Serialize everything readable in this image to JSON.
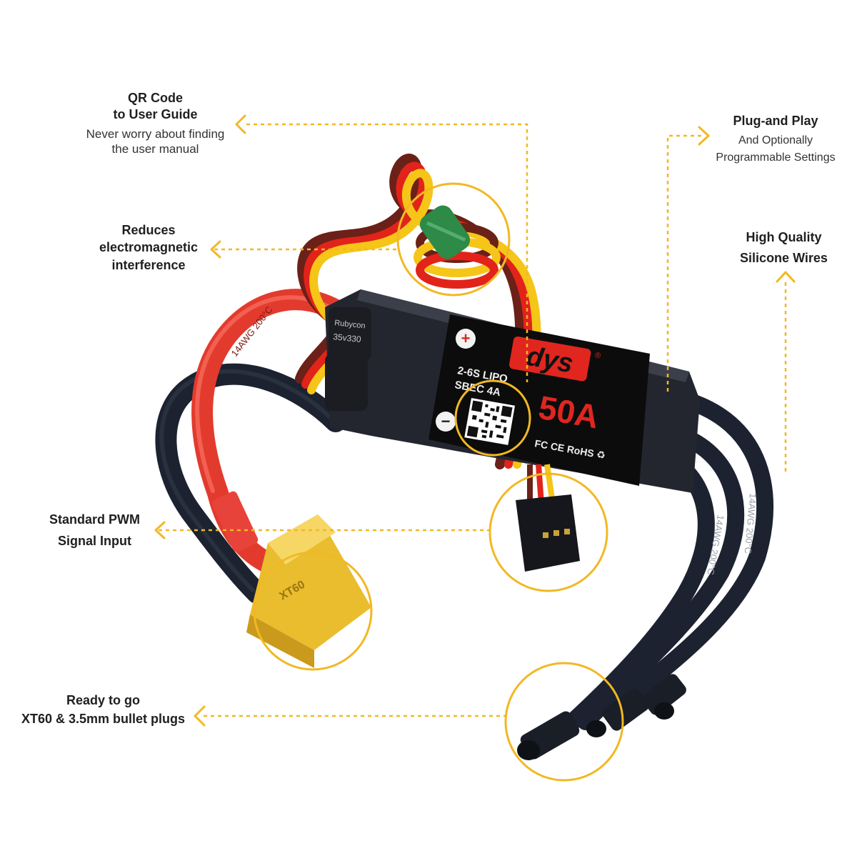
{
  "colors": {
    "accent": "#f2b824",
    "esc_body": "#23262e",
    "label_panel": "#0c0c0c",
    "brand_red": "#e0261f",
    "wire_red": "#e23b2e",
    "wire_black": "#1c2230",
    "connector_yellow": "#f1c73a",
    "ferrite_green": "#2e8a47"
  },
  "callouts": {
    "qr": {
      "title_1": "QR  Code",
      "title_2": "to User Guide",
      "sub_1": "Never worry about finding",
      "sub_2": "the user manual"
    },
    "emi": {
      "line_1": "Reduces",
      "line_2": "electromagnetic",
      "line_3": "interference"
    },
    "pwm": {
      "line_1": "Standard PWM",
      "line_2": "Signal Input"
    },
    "xt60": {
      "line_1": "Ready to go",
      "line_2": "XT60 & 3.5mm bullet plugs"
    },
    "plug": {
      "title": "Plug-and Play",
      "sub_1": "And Optionally",
      "sub_2": "Programmable Settings"
    },
    "wires": {
      "line_1": "High Quality",
      "line_2": "Silicone Wires"
    }
  },
  "esc_label": {
    "brand": "dys",
    "registered": "®",
    "plus": "+",
    "minus": "−",
    "lipo": "2-6S LIPO",
    "sbec": "SBEC  4A",
    "current": "50A",
    "certs": "FC  CE RoHS ♻"
  },
  "capacitor": {
    "brand": "Rubycon",
    "rating": "35v330"
  },
  "wire_print": {
    "red": "14AWG 200°C",
    "black_1": "14AWG 200°C",
    "black_2": "14AWG 200°C"
  },
  "xt60_mark": "XT60",
  "icons": [
    "arrow-left-icon",
    "arrow-right-icon",
    "arrow-up-icon",
    "plus-icon",
    "minus-icon",
    "qr-code-icon",
    "recycle-bin-icon"
  ]
}
